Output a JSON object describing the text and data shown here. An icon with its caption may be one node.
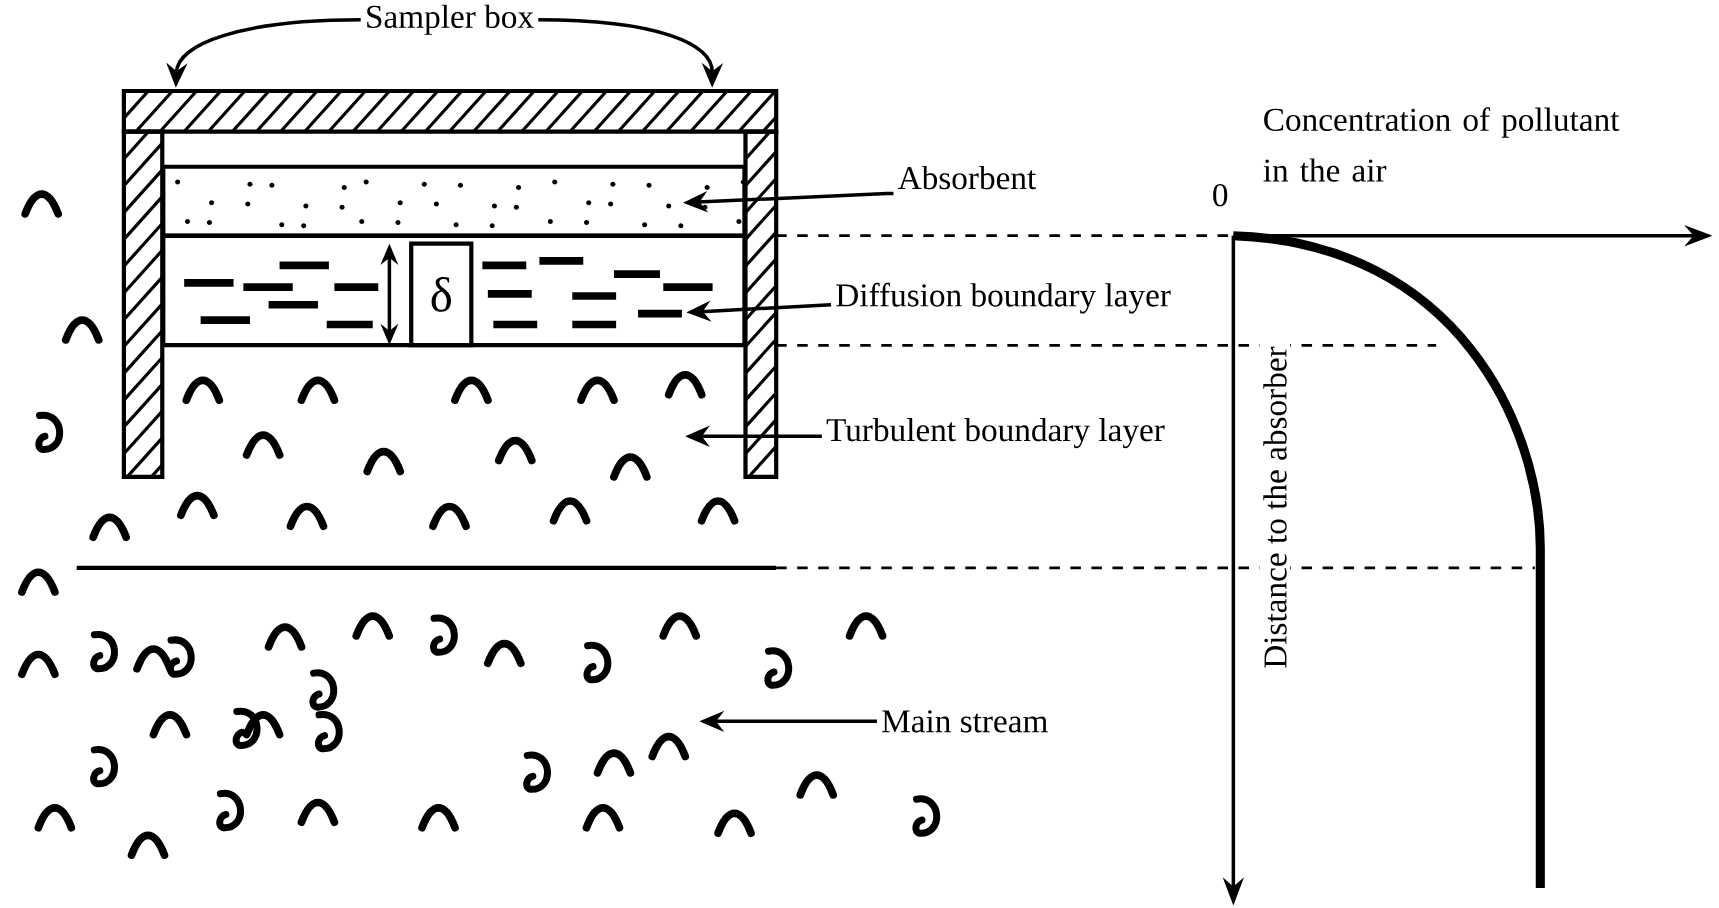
{
  "diagram": {
    "nodes": [
      {
        "text": [
          "Sampler box"
        ]
      },
      {
        "text": [],
        "shape": "box"
      },
      {
        "text": [],
        "shape": "box",
        "in": 1
      },
      {
        "text": [
          "Absorbent"
        ]
      },
      {
        "text": [],
        "shape": "box",
        "in": 1
      },
      {
        "text": [
          "δ"
        ],
        "in": 4
      },
      {
        "text": [
          "Diffusion boundary layer"
        ]
      },
      {
        "text": [
          "Turbulent boundary layer"
        ]
      },
      {
        "text": [
          "Main stream"
        ]
      }
    ],
    "edges": [
      {
        "from": 0,
        "to": 1,
        "arrow": "to"
      },
      {
        "from": 0,
        "to": 1,
        "arrow": "to"
      },
      {
        "from": 3,
        "to": 2,
        "arrow": "to"
      },
      {
        "from": 6,
        "to": 4,
        "arrow": "to"
      },
      {
        "from": 7,
        "to": null,
        "arrow": "to"
      },
      {
        "from": 8,
        "to": null,
        "arrow": "to"
      }
    ],
    "labels": [
      "0",
      "Concentration of pollutant in the air",
      "Distance to the absorber"
    ]
  }
}
